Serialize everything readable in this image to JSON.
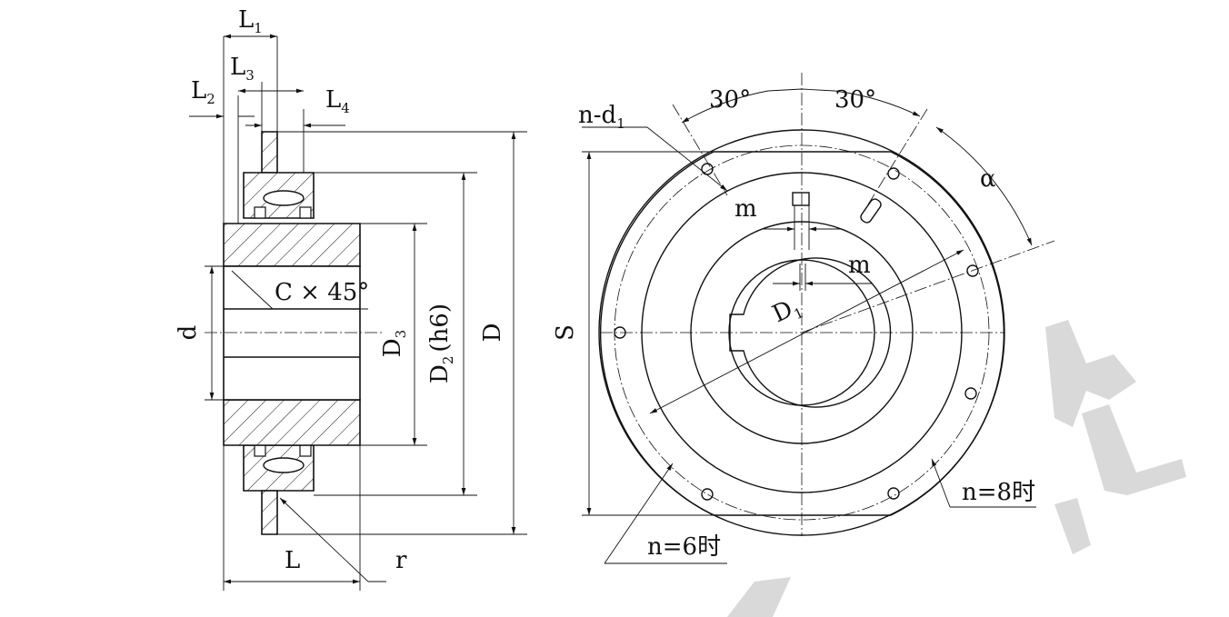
{
  "side_view": {
    "labels": {
      "L1": {
        "main": "L",
        "sub": "1"
      },
      "L2": {
        "main": "L",
        "sub": "2"
      },
      "L3": {
        "main": "L",
        "sub": "3"
      },
      "L4": {
        "main": "L",
        "sub": "4"
      },
      "chamfer": "C × 45°",
      "d": "d",
      "D3": {
        "main": "D",
        "sub": "3"
      },
      "D2": {
        "main": "D",
        "sub": "2",
        "suffix": "(h6)"
      },
      "D": "D",
      "L": "L",
      "r": "r"
    }
  },
  "front_view": {
    "labels": {
      "angle_left": "30°",
      "angle_right": "30°",
      "nd1": {
        "main": "n-d",
        "sub": "1"
      },
      "alpha": "α",
      "m_top": "m",
      "m_mid": "m",
      "D1": {
        "main": "D",
        "sub": "1"
      },
      "S": "S",
      "n8": "n=8时",
      "n6": "n=6时"
    }
  },
  "watermark": {
    "color": "#d9d9d9"
  }
}
